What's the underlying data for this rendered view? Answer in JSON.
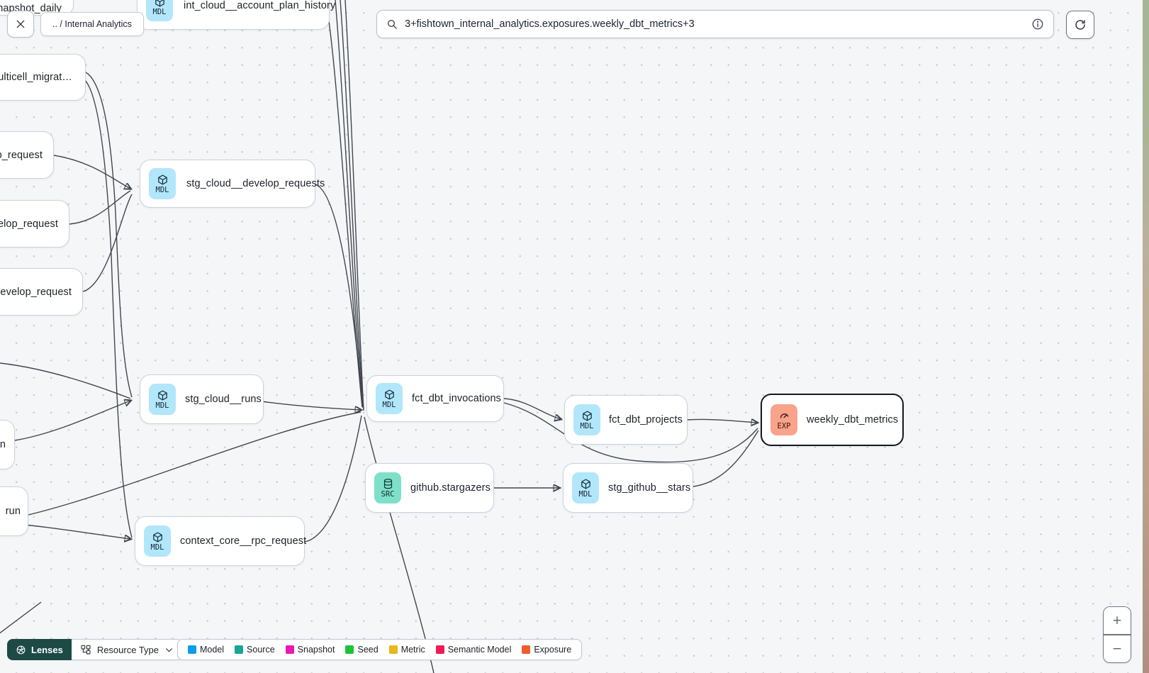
{
  "header": {
    "breadcrumb": ".. / Internal Analytics",
    "search_value": "3+fishtown_internal_analytics.exposures.weekly_dbt_metrics+3"
  },
  "toolbar": {
    "lenses_label": "Lenses",
    "resource_type_label": "Resource Type"
  },
  "icons": {
    "close": "x-mark",
    "search": "magnifier",
    "info": "circled-i",
    "refresh": "circular-arrow",
    "lenses": "aperture",
    "resource_type": "sitemap",
    "chevron": "chevron-down",
    "model_badge": "cube",
    "source_badge": "database",
    "exposure_badge": "gauge"
  },
  "zoom_controls": {
    "zoom_in": "+",
    "zoom_out": "−"
  },
  "legend": {
    "items": [
      {
        "label": "Model",
        "color": "#0f9de8"
      },
      {
        "label": "Source",
        "color": "#16a699"
      },
      {
        "label": "Snapshot",
        "color": "#ec18b2"
      },
      {
        "label": "Seed",
        "color": "#19c439"
      },
      {
        "label": "Metric",
        "color": "#e8b71c"
      },
      {
        "label": "Semantic Model",
        "color": "#ee1b52"
      },
      {
        "label": "Exposure",
        "color": "#ef5c2d"
      }
    ]
  },
  "badge_colors": {
    "MDL": "#b2e6fb",
    "SRC": "#7fe0ca",
    "EXP": "#f9a28c"
  },
  "nodes": [
    {
      "label": "snapshot_daily",
      "badge": "",
      "selected": false
    },
    {
      "label": "int_cloud__account_plan_history",
      "badge": "MDL",
      "selected": false
    },
    {
      "label": "multicell_migrat…",
      "badge": "",
      "selected": false
    },
    {
      "label": "p_request",
      "badge": "",
      "selected": false
    },
    {
      "label": "velop_request",
      "badge": "",
      "selected": false
    },
    {
      "label": "develop_request",
      "badge": "",
      "selected": false
    },
    {
      "label": "stg_cloud__develop_requests",
      "badge": "MDL",
      "selected": false
    },
    {
      "label": "stg_cloud__runs",
      "badge": "MDL",
      "selected": false
    },
    {
      "label": "n",
      "badge": "",
      "selected": false
    },
    {
      "label": "run",
      "badge": "",
      "selected": false
    },
    {
      "label": "fct_dbt_invocations",
      "badge": "MDL",
      "selected": false
    },
    {
      "label": "fct_dbt_projects",
      "badge": "MDL",
      "selected": false
    },
    {
      "label": "weekly_dbt_metrics",
      "badge": "EXP",
      "selected": true
    },
    {
      "label": "github.stargazers",
      "badge": "SRC",
      "selected": false
    },
    {
      "label": "stg_github__stars",
      "badge": "MDL",
      "selected": false
    },
    {
      "label": "context_core__rpc_request",
      "badge": "MDL",
      "selected": false
    }
  ]
}
